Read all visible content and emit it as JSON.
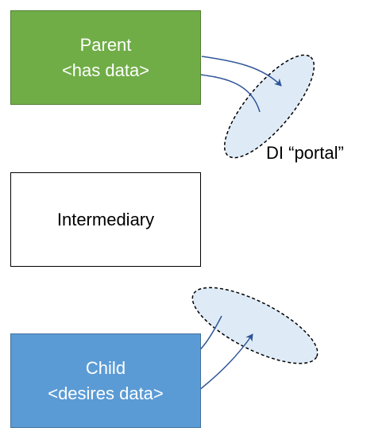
{
  "parent": {
    "title": "Parent",
    "subtitle": "<has data>",
    "fill_color": "#70ad47"
  },
  "intermediary": {
    "title": "Intermediary"
  },
  "child": {
    "title": "Child",
    "subtitle": "<desires data>",
    "fill_color": "#5b9bd5"
  },
  "portal": {
    "label": "DI “portal”",
    "fill_color": "#deebf7"
  },
  "arrow_color": "#2f5597"
}
